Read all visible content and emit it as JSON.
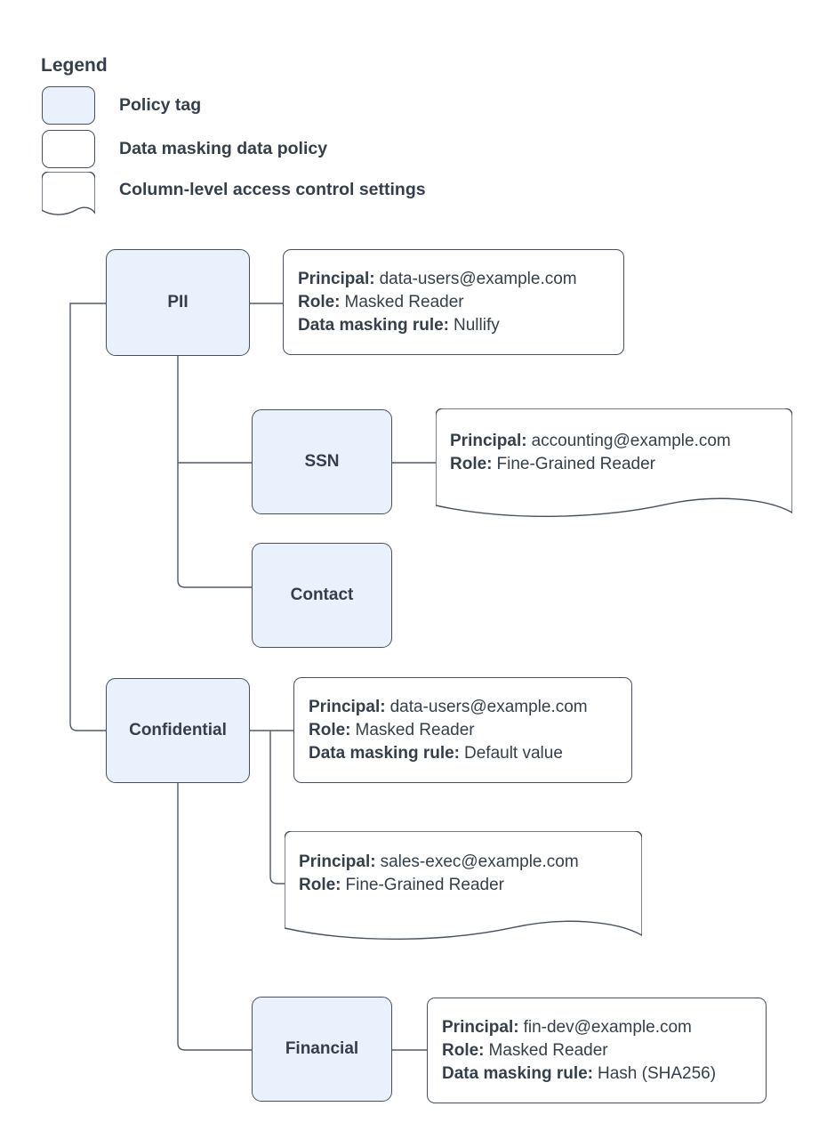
{
  "legend": {
    "title": "Legend",
    "items": [
      {
        "label": "Policy tag"
      },
      {
        "label": "Data masking data policy"
      },
      {
        "label": "Column-level access control settings"
      }
    ]
  },
  "field_labels": {
    "principal": "Principal:",
    "role": "Role:",
    "rule": "Data masking rule:"
  },
  "nodes": {
    "pii": {
      "label": "PII"
    },
    "ssn": {
      "label": "SSN"
    },
    "contact": {
      "label": "Contact"
    },
    "confidential": {
      "label": "Confidential"
    },
    "financial": {
      "label": "Financial"
    }
  },
  "policies": {
    "pii_masking": {
      "principal": "data-users@example.com",
      "role": "Masked Reader",
      "rule": "Nullify"
    },
    "ssn_access": {
      "principal": "accounting@example.com",
      "role": "Fine-Grained Reader"
    },
    "confidential_masking": {
      "principal": "data-users@example.com",
      "role": "Masked Reader",
      "rule": "Default value"
    },
    "confidential_access": {
      "principal": "sales-exec@example.com",
      "role": "Fine-Grained Reader"
    },
    "financial_masking": {
      "principal": "fin-dev@example.com",
      "role": "Masked Reader",
      "rule": "Hash (SHA256)"
    }
  },
  "colors": {
    "tag_fill": "#e9f1fc",
    "stroke": "#47505e",
    "text": "#343f4b"
  }
}
